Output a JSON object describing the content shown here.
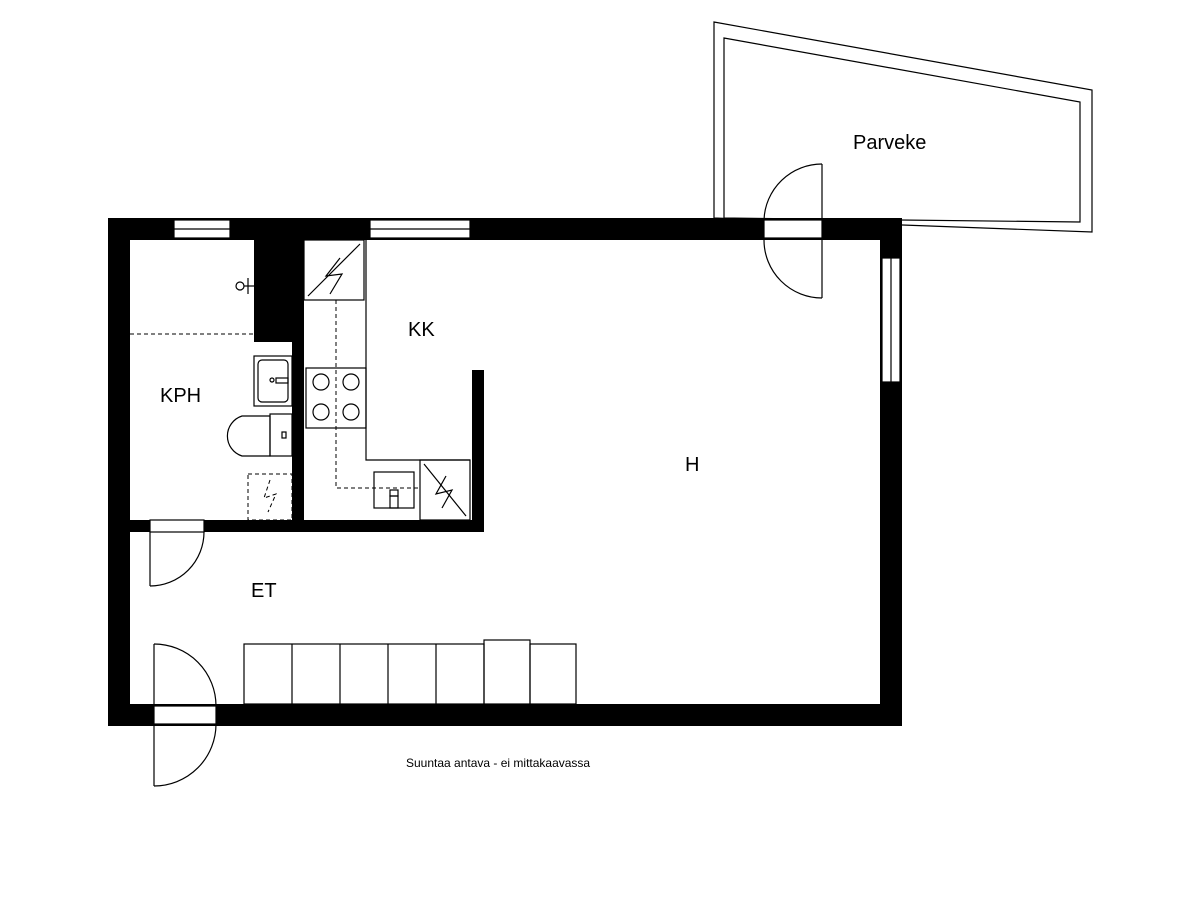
{
  "rooms": {
    "balcony": "Parveke",
    "kitchen": "KK",
    "bathroom": "KPH",
    "living": "H",
    "hall": "ET"
  },
  "note": "Suuntaa antava - ei mittakaavassa"
}
